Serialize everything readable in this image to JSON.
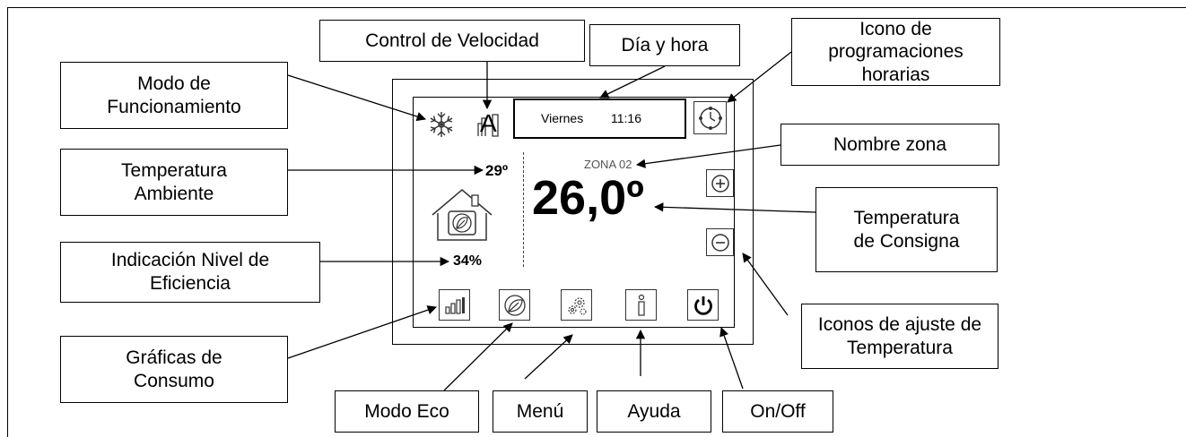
{
  "labels": {
    "control_velocidad": "Control de Velocidad",
    "dia_hora": "Día y hora",
    "icono_programaciones": "Icono de\nprogramaciones\nhorarias",
    "modo_funcionamiento": "Modo de\nFuncionamiento",
    "nombre_zona": "Nombre zona",
    "temperatura_ambiente": "Temperatura\nAmbiente",
    "temperatura_consigna": "Temperatura\nde Consigna",
    "indicacion_nivel": "Indicación Nivel de\nEficiencia",
    "iconos_ajuste": "Iconos de ajuste de\nTemperatura",
    "graficas_consumo": "Gráficas de\nConsumo",
    "modo_eco": "Modo Eco",
    "menu": "Menú",
    "ayuda": "Ayuda",
    "on_off": "On/Off"
  },
  "screen": {
    "day": "Viernes",
    "time": "11:16",
    "zone_name": "ZONA 02",
    "ambient_temp": "29º",
    "setpoint_temp": "26,0º",
    "efficiency": "34%",
    "speed_mode": "A"
  },
  "icons": {
    "mode": "snowflake-icon",
    "speed": "fan-speed-auto-icon",
    "schedule": "schedule-icon",
    "increase": "plus-icon",
    "decrease": "minus-icon",
    "house": "house-leaf-icon",
    "charts": "bar-chart-icon",
    "eco": "leaf-icon",
    "menu": "gears-icon",
    "help": "info-icon",
    "power": "power-icon"
  }
}
